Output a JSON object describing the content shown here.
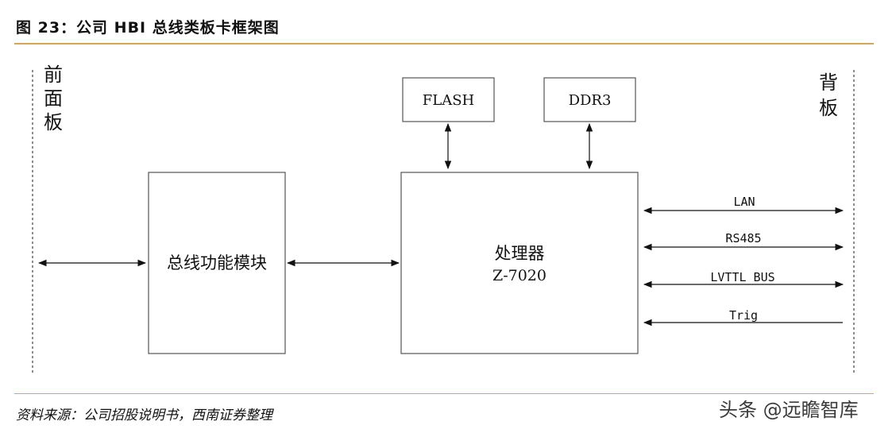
{
  "header": {
    "title": "图 23：公司 HBI 总线类板卡框架图"
  },
  "diagram": {
    "front_panel_label": "前面板",
    "back_panel_label": "背板",
    "bus_module_label": "总线功能模块",
    "processor_label_line1": "处理器",
    "processor_label_line2": "Z-7020",
    "flash_label": "FLASH",
    "ddr_label": "DDR3",
    "signals": [
      "LAN",
      "RS485",
      "LVTTL BUS",
      "Trig"
    ]
  },
  "footer": {
    "source": "资料来源：公司招股说明书，西南证券整理",
    "watermark": "头条 @远瞻智库"
  }
}
